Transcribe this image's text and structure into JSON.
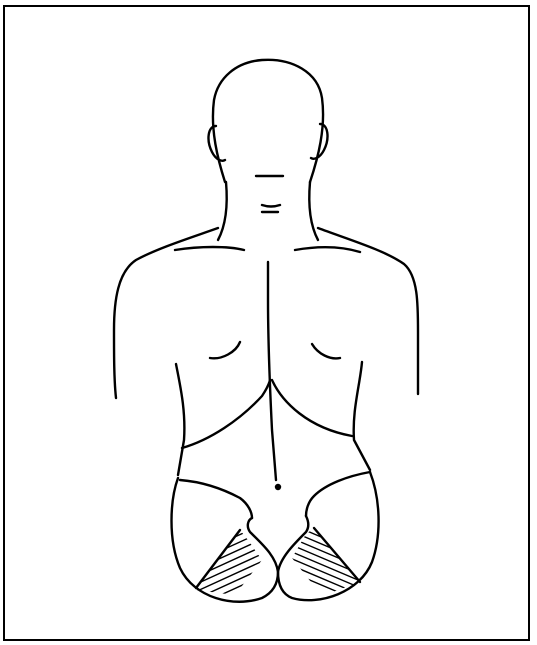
{
  "figure": {
    "colors": {
      "line": "#000000",
      "background": "#ffffff"
    },
    "subject": "human-back-posterior-view",
    "hatched_regions": [
      "left-lower-buttock",
      "right-lower-buttock"
    ]
  }
}
